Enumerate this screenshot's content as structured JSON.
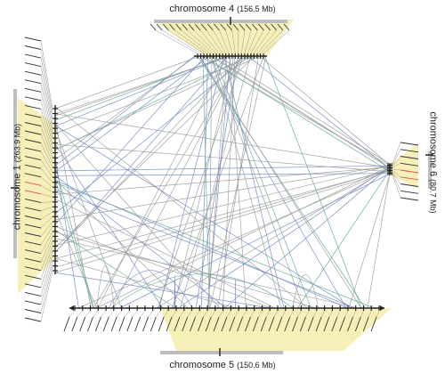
{
  "chromosomes": {
    "chr1": {
      "name": "chromosome 1",
      "size": "(263.9 Mb)"
    },
    "chr4": {
      "name": "chromosome 4",
      "size": "(156.5 Mb)"
    },
    "chr5": {
      "name": "chromosome 5",
      "size": "(150.6 Mb)"
    },
    "chr6": {
      "name": "chromosome 6",
      "size": "(80.7 Mb)"
    }
  },
  "colors": {
    "link_gray": "#9a9a9a",
    "link_blue": "#6f86c4",
    "link_green": "#5fa79a",
    "highlight_fan": "#f5ecab",
    "axis": "#222222",
    "scale_bar": "#bdbdbd",
    "highlight_label": "#e0524a"
  }
}
